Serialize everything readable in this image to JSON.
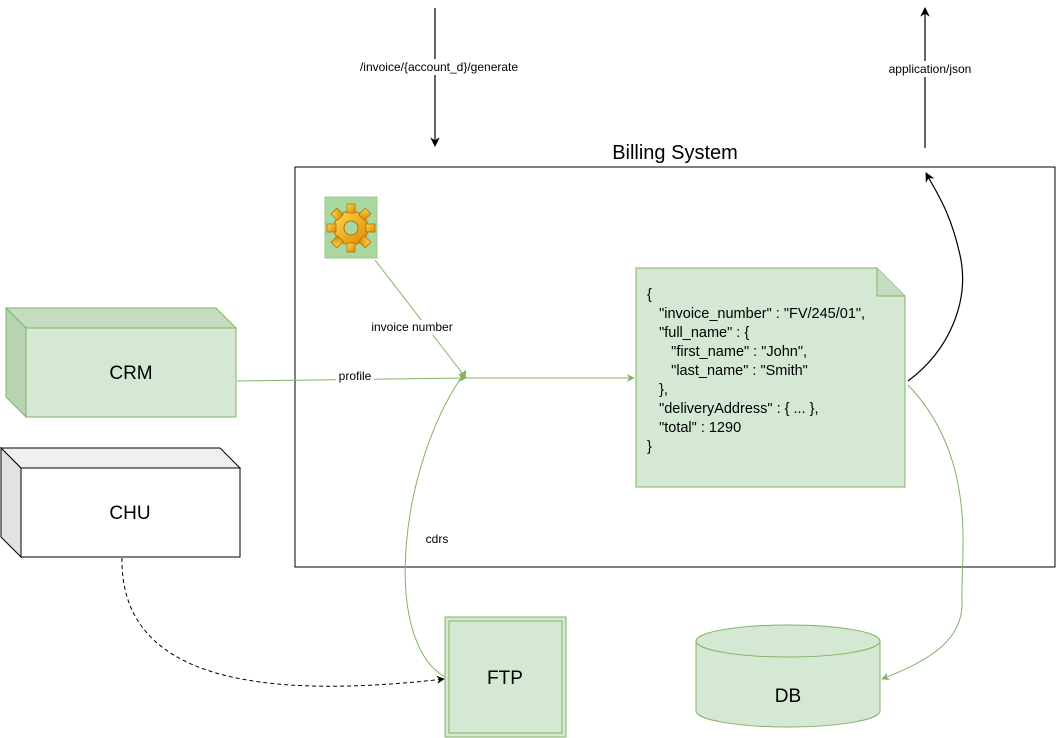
{
  "diagram": {
    "top_arrows": {
      "request_label": "/invoice/{account_d}/generate",
      "response_label": "application/json"
    },
    "billing_system": {
      "title": "Billing System"
    },
    "nodes": {
      "crm": {
        "label": "CRM"
      },
      "chu": {
        "label": "CHU"
      },
      "ftp": {
        "label": "FTP"
      },
      "db": {
        "label": "DB"
      },
      "engine": {
        "icon": "gear-icon"
      }
    },
    "edges": {
      "invoice_number": "invoice number",
      "profile": "profile",
      "cdrs": "cdrs"
    },
    "json_document": {
      "lines": [
        "{",
        "   \"invoice_number\" : \"FV/245/01\",",
        "   \"full_name\" : {",
        "      \"first_name\" : \"John\",",
        "      \"last_name\" : \"Smith\"",
        "   },",
        "   \"deliveryAddress\" : { ... },",
        "   \"total\" : 1290",
        "}"
      ]
    },
    "colors": {
      "green_fill": "#d5e8d4",
      "green_stroke": "#82b366",
      "black": "#000000"
    }
  }
}
